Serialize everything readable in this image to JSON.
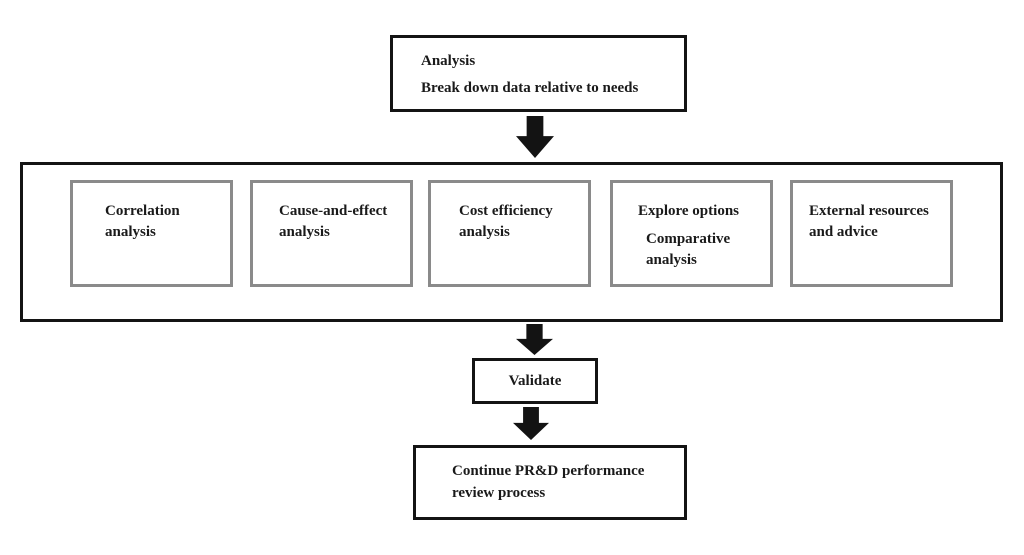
{
  "colors": {
    "background": "#ffffff",
    "outer_box_border": "#141414",
    "inner_box_border": "#8a8a8a",
    "arrow": "#131313",
    "text": "#1a1a1a"
  },
  "flowchart": {
    "top_box": {
      "title": "Analysis",
      "subtitle": "Break down data relative to needs"
    },
    "analysis_boxes": [
      {
        "text": "Correlation analysis"
      },
      {
        "text": "Cause-and-effect analysis"
      },
      {
        "text": "Cost efficiency analysis"
      },
      {
        "text": "Explore options",
        "text2": "Comparative analysis"
      },
      {
        "text": "External resources and advice"
      }
    ],
    "validate_box": {
      "label": "Validate"
    },
    "final_box": {
      "text": "Continue PR&D performance review process"
    }
  }
}
